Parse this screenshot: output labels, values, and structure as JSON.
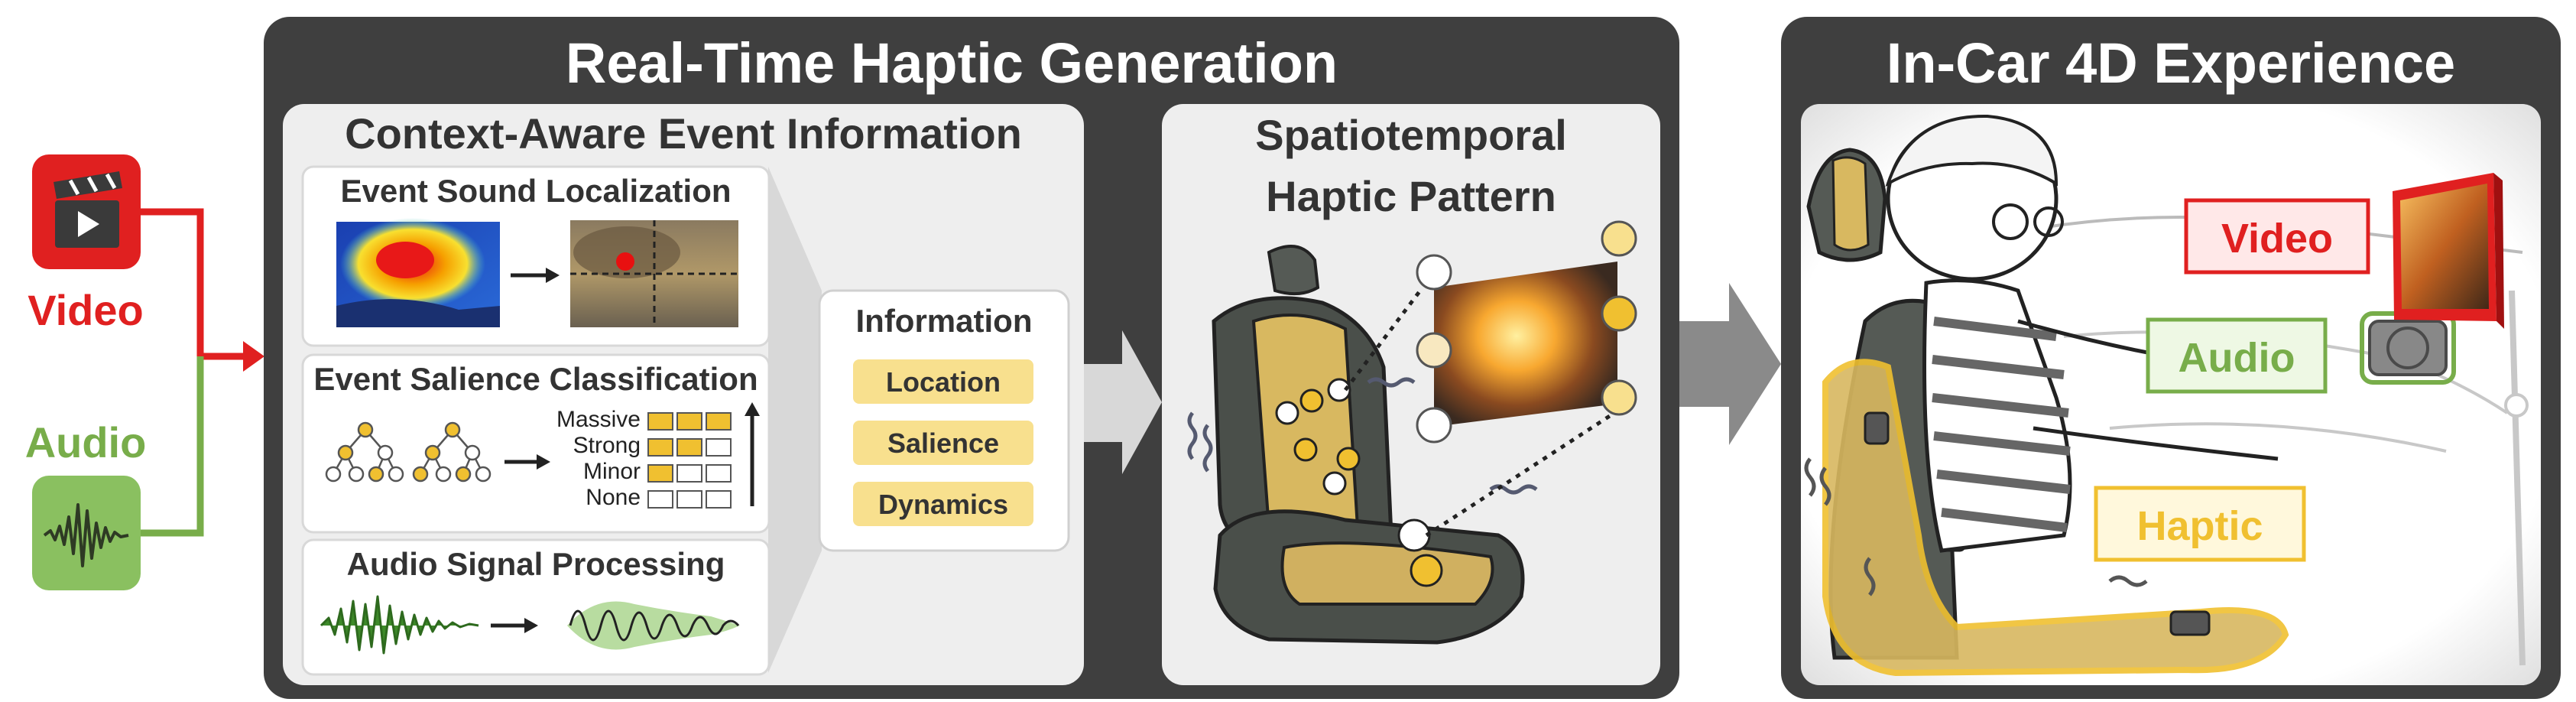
{
  "inputs": {
    "video_label": "Video",
    "audio_label": "Audio",
    "video_icon": "clapperboard-icon",
    "audio_icon": "waveform-icon"
  },
  "generation": {
    "title": "Real-Time Haptic Generation",
    "context": {
      "title": "Context-Aware Event Information",
      "localization": {
        "title": "Event Sound Localization"
      },
      "salience": {
        "title": "Event Salience Classification",
        "levels": [
          "Massive",
          "Strong",
          "Minor",
          "None"
        ],
        "filled_counts": [
          3,
          2,
          1,
          0
        ]
      },
      "processing": {
        "title": "Audio Signal Processing"
      }
    },
    "information": {
      "title": "Information",
      "items": [
        "Location",
        "Salience",
        "Dynamics"
      ]
    },
    "pattern": {
      "title_line1": "Spatiotemporal",
      "title_line2": "Haptic Pattern"
    }
  },
  "experience": {
    "title": "In-Car 4D Experience",
    "tags": {
      "video": "Video",
      "audio": "Audio",
      "haptic": "Haptic"
    }
  },
  "colors": {
    "panel_dark": "#3f3f3f",
    "panel_light": "#eeeeee",
    "video_red": "#e02020",
    "audio_green": "#78ad4a",
    "haptic_yellow": "#f0c030",
    "pill_yellow": "#f8e08e"
  }
}
